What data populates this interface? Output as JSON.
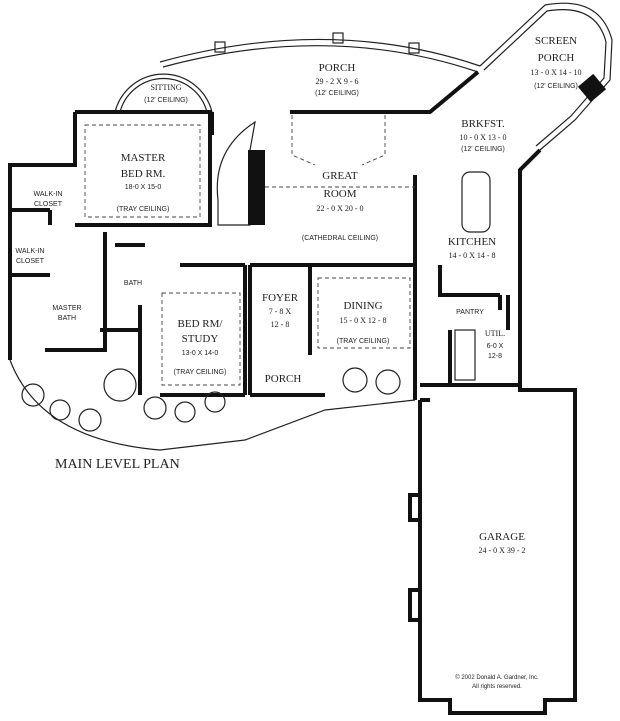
{
  "plan_title": "MAIN LEVEL PLAN",
  "rooms": {
    "porch": {
      "name": "PORCH",
      "dims": "29 - 2 X 9 - 6",
      "note": "(12' CEILING)"
    },
    "screen_porch": {
      "name_line1": "SCREEN",
      "name_line2": "PORCH",
      "dims": "13 - 0 X 14 - 10",
      "note": "(12' CEILING)"
    },
    "sitting": {
      "name": "SITTING",
      "note": "(12' CEILING)"
    },
    "master_bed": {
      "name_line1": "MASTER",
      "name_line2": "BED RM.",
      "dims": "18-0 X 15-0",
      "note": "(TRAY CEILING)"
    },
    "great_room": {
      "name_line1": "GREAT",
      "name_line2": "ROOM",
      "dims": "22 - 0 X 20 - 0",
      "note": "(CATHEDRAL CEILING)"
    },
    "brkfst": {
      "name": "BRKFST.",
      "dims": "10 - 0 X 13 - 0",
      "note": "(12' CEILING)"
    },
    "kitchen": {
      "name": "KITCHEN",
      "dims": "14 - 0 X 14 - 8"
    },
    "walk_in_closet_1": {
      "line1": "WALK-IN",
      "line2": "CLOSET"
    },
    "walk_in_closet_2": {
      "line1": "WALK-IN",
      "line2": "CLOSET"
    },
    "master_bath": {
      "line1": "MASTER",
      "line2": "BATH"
    },
    "bath": {
      "name": "BATH"
    },
    "bed_study": {
      "name_line1": "BED RM/",
      "name_line2": "STUDY",
      "dims": "13-0 X 14-0",
      "note": "(TRAY CEILING)"
    },
    "foyer": {
      "name": "FOYER",
      "dims_line1": "7 - 8 X",
      "dims_line2": "12 - 8"
    },
    "front_porch": {
      "name": "PORCH"
    },
    "dining": {
      "name": "DINING",
      "dims": "15 - 0 X 12 - 8",
      "note": "(TRAY CEILING)"
    },
    "pantry": {
      "name": "PANTRY"
    },
    "util": {
      "name": "UTIL.",
      "dims_line1": "6-0 X",
      "dims_line2": "12-8"
    },
    "garage": {
      "name": "GARAGE",
      "dims": "24 - 0 X 39 - 2"
    }
  },
  "copyright": {
    "line1": "© 2002 Donald A. Gardner, Inc.",
    "line2": "All rights reserved."
  }
}
